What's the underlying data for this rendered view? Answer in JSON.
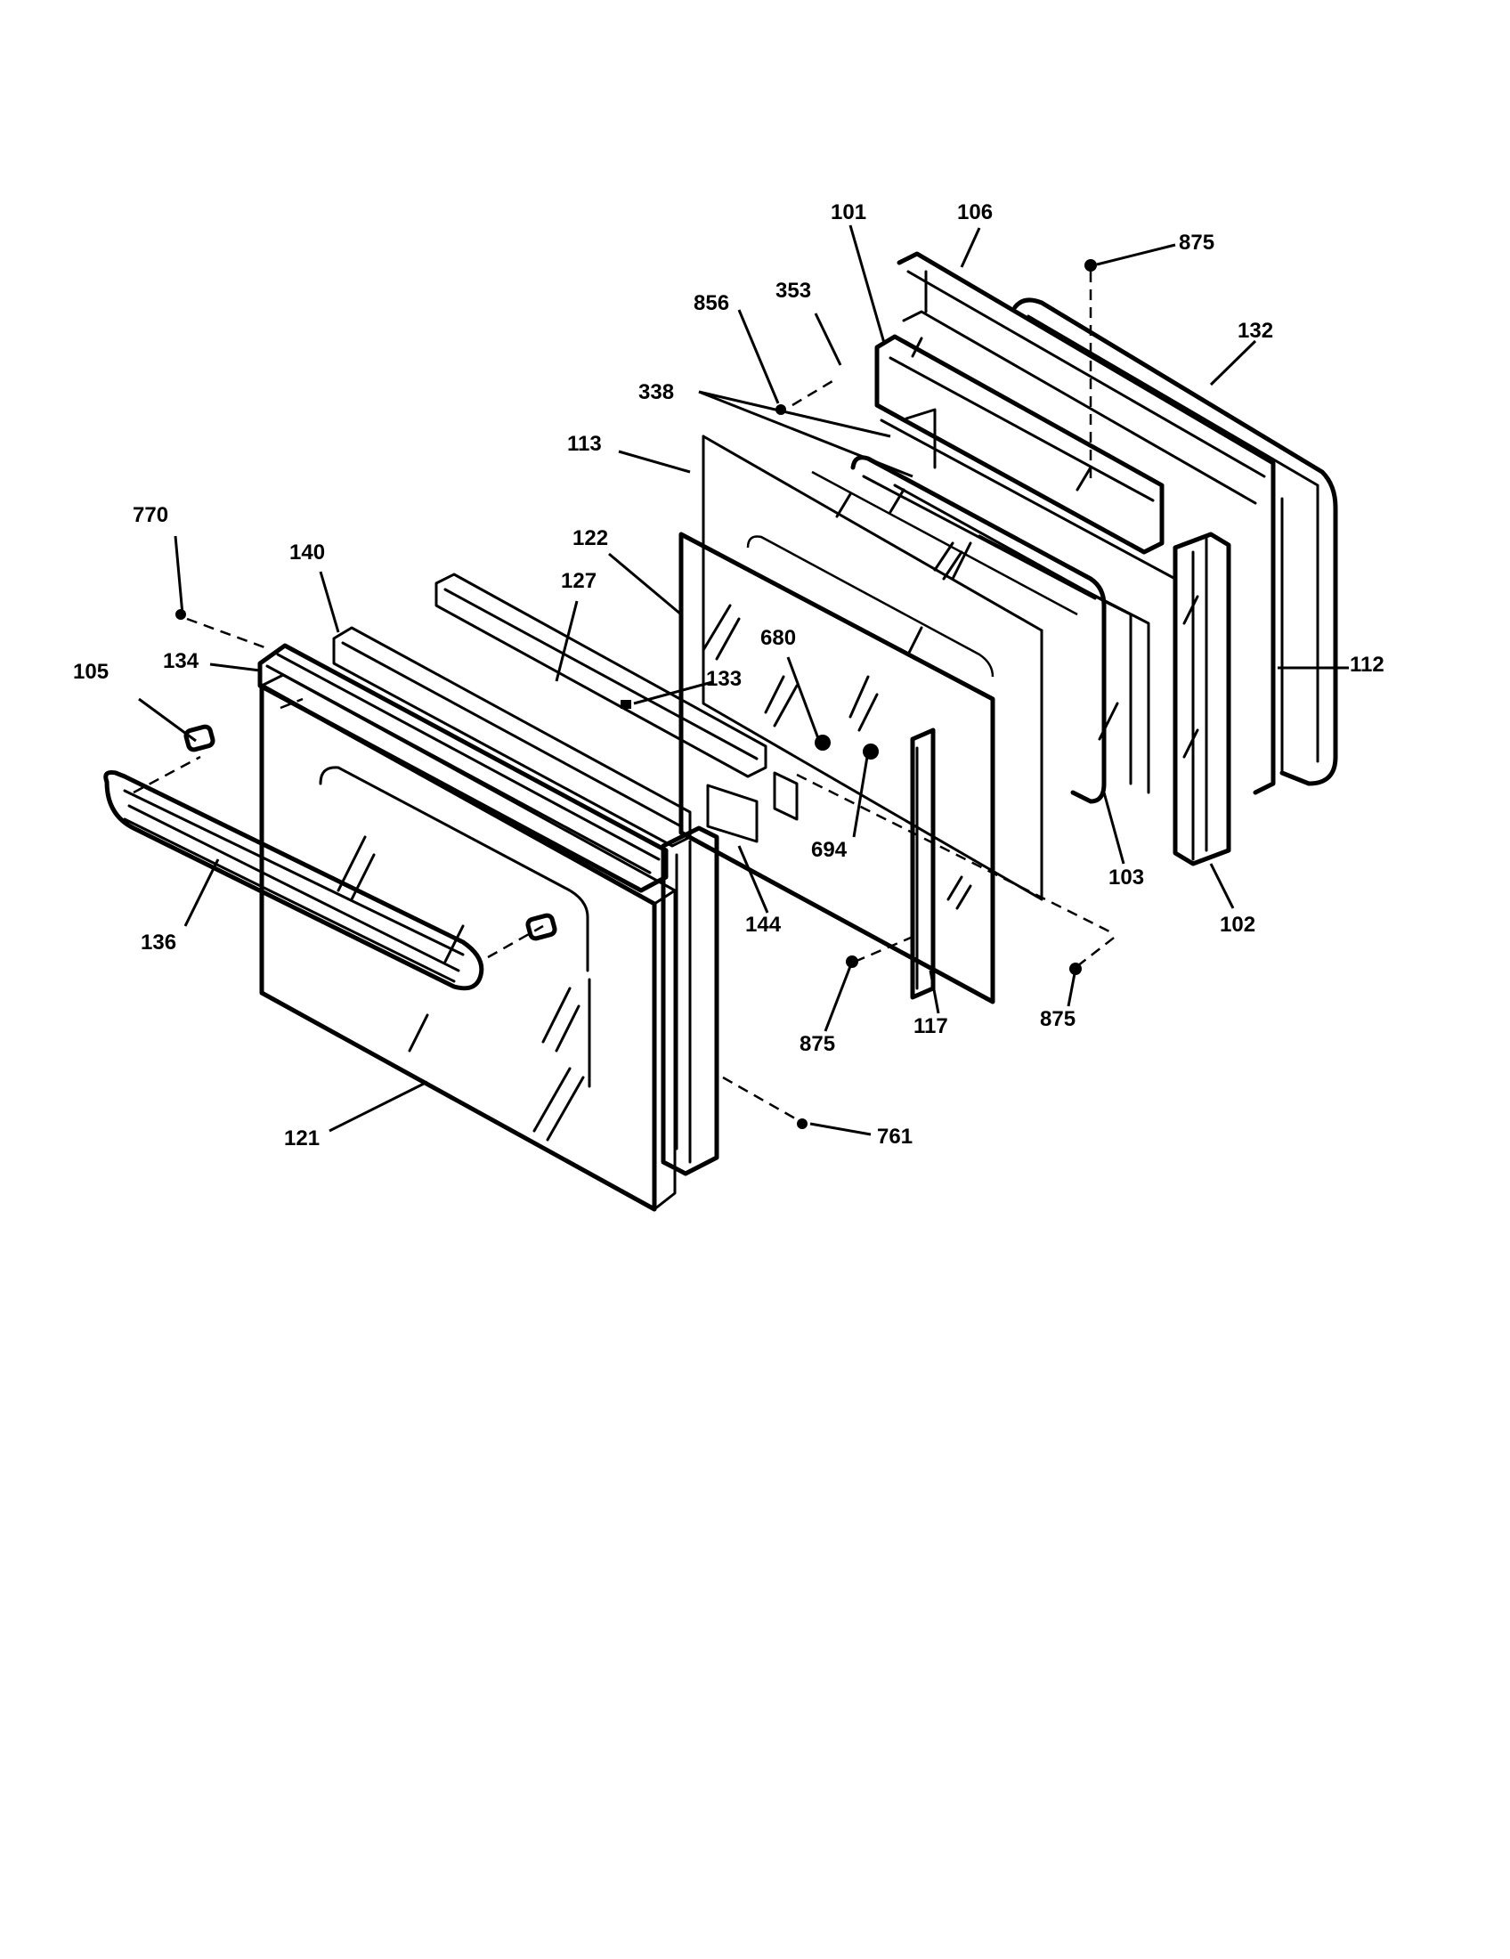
{
  "diagram": {
    "callouts": [
      "101",
      "106",
      "875",
      "856",
      "353",
      "132",
      "338",
      "113",
      "122",
      "770",
      "140",
      "127",
      "134",
      "105",
      "133",
      "680",
      "112",
      "694",
      "103",
      "136",
      "144",
      "102",
      "875",
      "117",
      "875",
      "121",
      "761"
    ]
  }
}
